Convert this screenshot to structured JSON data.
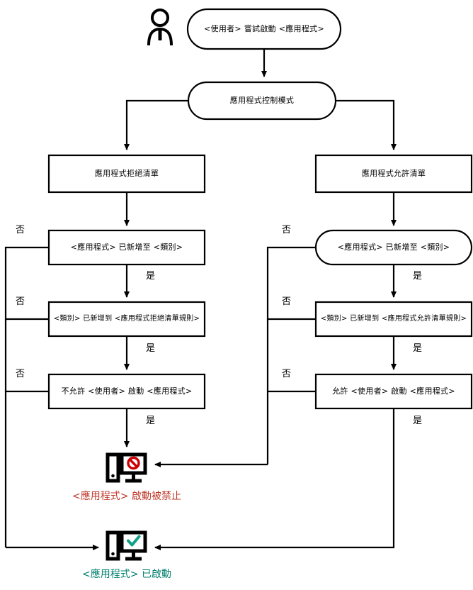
{
  "diagram": {
    "title": "Application Control flowchart",
    "colors": {
      "stroke": "#000000",
      "denied_text": "#C0392B",
      "denied_icon": "#CC0000",
      "allowed_text": "#007F6E",
      "allowed_icon": "#12A187",
      "background": "#FFFFFF"
    },
    "actor": {
      "icon": "user-person-icon"
    },
    "nodes": {
      "start": {
        "shape": "stadium",
        "text": "<使用者> 嘗試啟動 <應用程式>"
      },
      "mode": {
        "shape": "stadium",
        "text": "應用程式控制模式"
      },
      "denylist": {
        "shape": "rect",
        "text": "應用程式拒絕清單"
      },
      "allowlist": {
        "shape": "rect",
        "text": "應用程式允許清單"
      },
      "deny_q1": {
        "shape": "rect",
        "text": "<應用程式> 已新增至 <類別>"
      },
      "deny_q2": {
        "shape": "rect",
        "text": "<類別> 已新增到 <應用程式拒絕清單規則>"
      },
      "deny_q3": {
        "shape": "rect",
        "text": "不允許 <使用者> 啟動 <應用程式>"
      },
      "allow_q1": {
        "shape": "stadium",
        "text": "<應用程式> 已新增至 <類別>"
      },
      "allow_q2": {
        "shape": "rect",
        "text": "<類別> 已新增到 <應用程式允許清單規則>"
      },
      "allow_q3": {
        "shape": "rect",
        "text": "允許 <使用者> 啟動 <應用程式>"
      }
    },
    "edge_labels": {
      "no": "否",
      "yes": "是"
    },
    "outcomes": {
      "blocked": {
        "icon": "monitor-blocked-icon",
        "text": "<應用程式> 啟動被禁止"
      },
      "launched": {
        "icon": "monitor-allowed-icon",
        "text": "<應用程式> 已啟動"
      }
    }
  }
}
